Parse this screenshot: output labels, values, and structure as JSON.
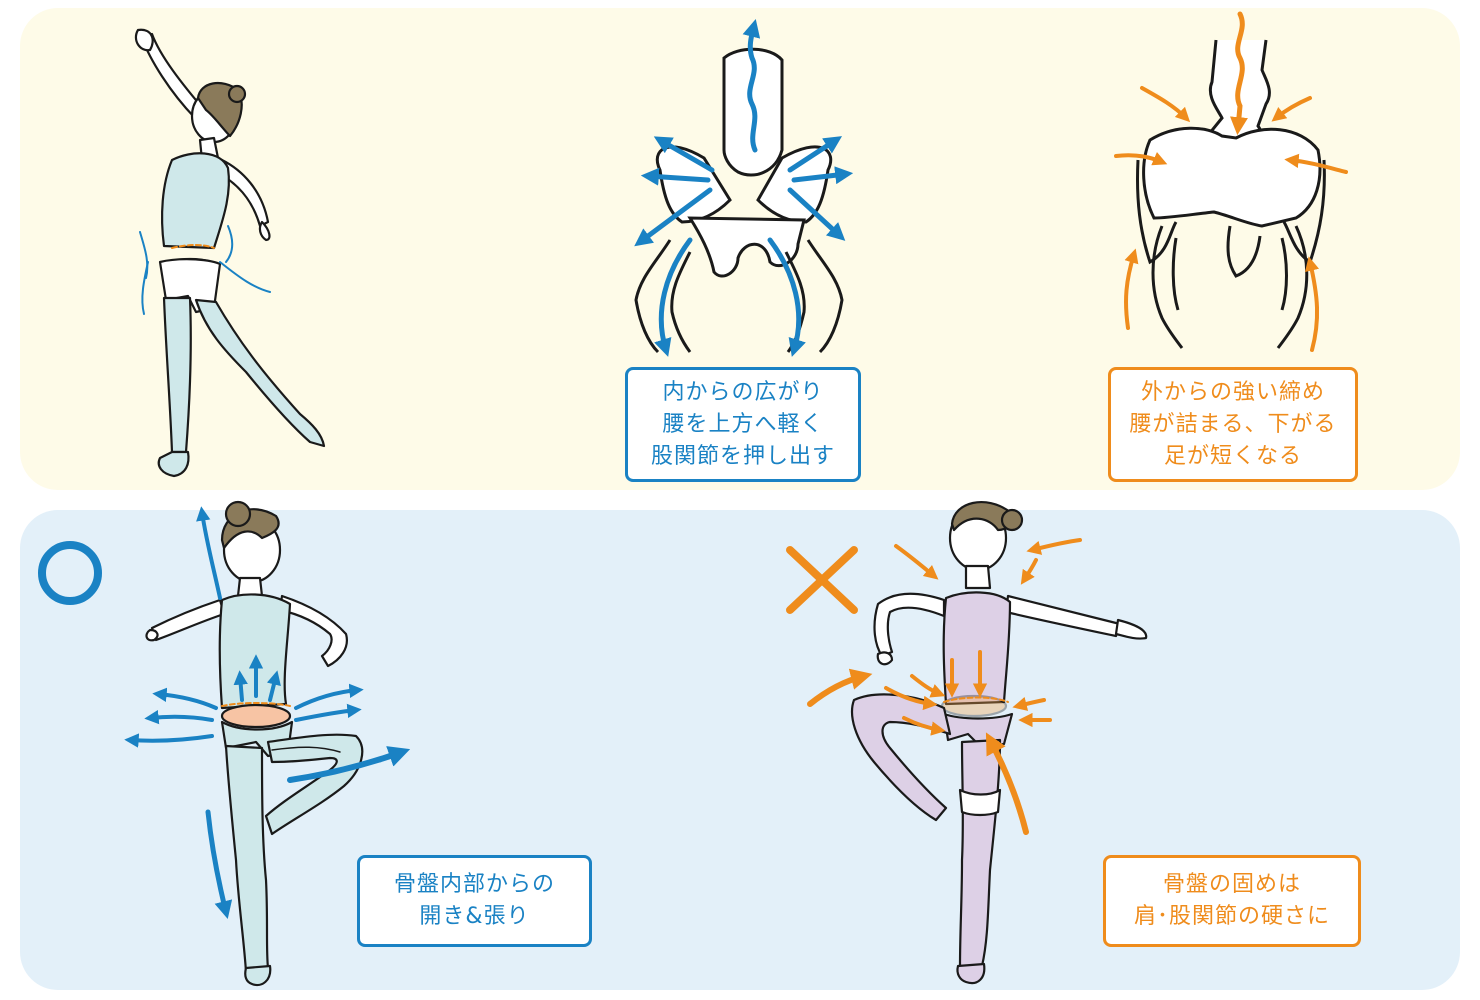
{
  "labels": {
    "inner_expansion": [
      "内からの広がり",
      "腰を上方へ軽く",
      "股関節を押し出す"
    ],
    "outer_tightening": [
      "外からの強い締め",
      "腰が詰まる、下がる",
      "足が短くなる"
    ],
    "pelvis_open": [
      "骨盤内部からの",
      "開き&張り"
    ],
    "pelvis_stiff": [
      "骨盤の固めは",
      "肩･股関節の硬さに"
    ]
  },
  "marks": {
    "correct": "circle-mark",
    "incorrect": "cross-mark"
  },
  "colors": {
    "top_panel": "#fefbe8",
    "bottom_panel": "#e3f0f9",
    "blue_accent": "#1a82c4",
    "orange_accent": "#ef8c1c",
    "costume_light_blue": "#cfe8ea",
    "costume_lavender": "#ddd0e6",
    "pelvis_highlight": "#f2a24a",
    "hair": "#8a7a5a"
  }
}
